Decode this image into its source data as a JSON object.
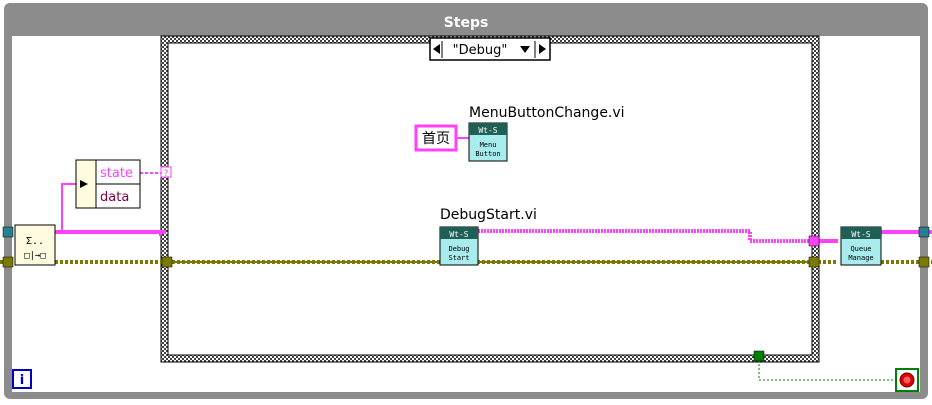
{
  "loop": {
    "title": "Steps",
    "iteration_terminal": "i"
  },
  "case_structure": {
    "selector_value": "\"Debug\"",
    "left_arrow_icon": "triangle-left",
    "right_arrow_icon": "triangle-right",
    "dropdown_icon": "triangle-down"
  },
  "unbundle": {
    "fields": [
      "state",
      "data"
    ]
  },
  "dequeue_icon": {
    "line1": "Σ..",
    "line2": "□|→□"
  },
  "constants": {
    "menu_string": "首页"
  },
  "subvis": [
    {
      "label": "MenuButtonChange.vi",
      "header": "Wt-S",
      "body_line1": "Menu",
      "body_line2": "Button"
    },
    {
      "label": "DebugStart.vi",
      "header": "Wt-S",
      "body_line1": "Debug",
      "body_line2": "Start"
    },
    {
      "label": "",
      "header": "Wt-S",
      "body_line1": "Queue",
      "body_line2": "Manage"
    }
  ],
  "colors": {
    "frame_gray": "#8c8c8c",
    "wire_pink": "#ff40ff",
    "wire_dark_pink": "#c020c0",
    "wire_olive": "#7a7a00",
    "wire_green": "#008000",
    "subvi_header": "#1f5f55",
    "subvi_body": "#a8ecee",
    "unbundle_bg": "#fffbe0",
    "stop_red": "#e00000"
  }
}
